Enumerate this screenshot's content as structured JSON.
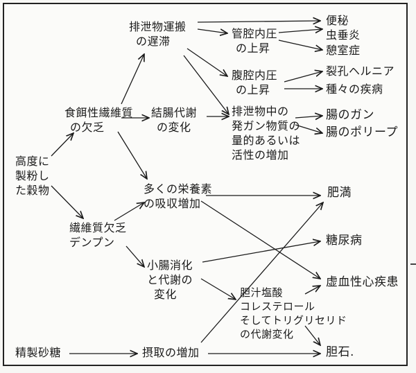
{
  "nodes": {
    "refined_grain": [
      "高度に",
      "製粉し",
      "た穀物"
    ],
    "fiber_food_deficiency": [
      "食餌性繊維質",
      "の欠乏"
    ],
    "fiber_deficiency_starch": [
      "繊維質欠乏",
      "デンプン"
    ],
    "refined_sugar": [
      "精製砂糖"
    ],
    "waste_transport_delay": [
      "排泄物運搬",
      "の遅滞"
    ],
    "colon_metabolism_change": [
      "結腸代謝",
      "の変化"
    ],
    "excess_nutrient_absorption": [
      "多くの栄養素",
      "の吸収増加"
    ],
    "small_intestine_change": [
      "小腸消化",
      "と代謝の",
      "変化"
    ],
    "intake_increase": [
      "摂取の増加"
    ],
    "lumen_pressure_rise": [
      "管腔内圧",
      "の上昇"
    ],
    "abdominal_pressure_rise": [
      "腹腔内圧",
      "の上昇"
    ],
    "carcinogen_increase": [
      "排泄物中の",
      "発ガン物質の",
      "量的あるいは",
      "活性の増加"
    ],
    "bile_metabolism_change": [
      "胆汁塩酸",
      "コレステロール",
      "そしてトリグリセリド",
      "の代謝変化"
    ],
    "constipation": [
      "便秘"
    ],
    "hemorrhoids": [
      "虫垂炎"
    ],
    "diverticulosis": [
      "憩室症"
    ],
    "hernia": [
      "裂孔ヘルニア"
    ],
    "varicose": [
      "種々の疾病"
    ],
    "colon_cancer": [
      "腸のガン"
    ],
    "colon_polyp": [
      "腸のポリープ"
    ],
    "obesity": [
      "肥満"
    ],
    "diabetes": [
      "糖尿病"
    ],
    "heart_disease": [
      "虚血性心疾患"
    ],
    "gallstones": [
      "胆石."
    ]
  }
}
